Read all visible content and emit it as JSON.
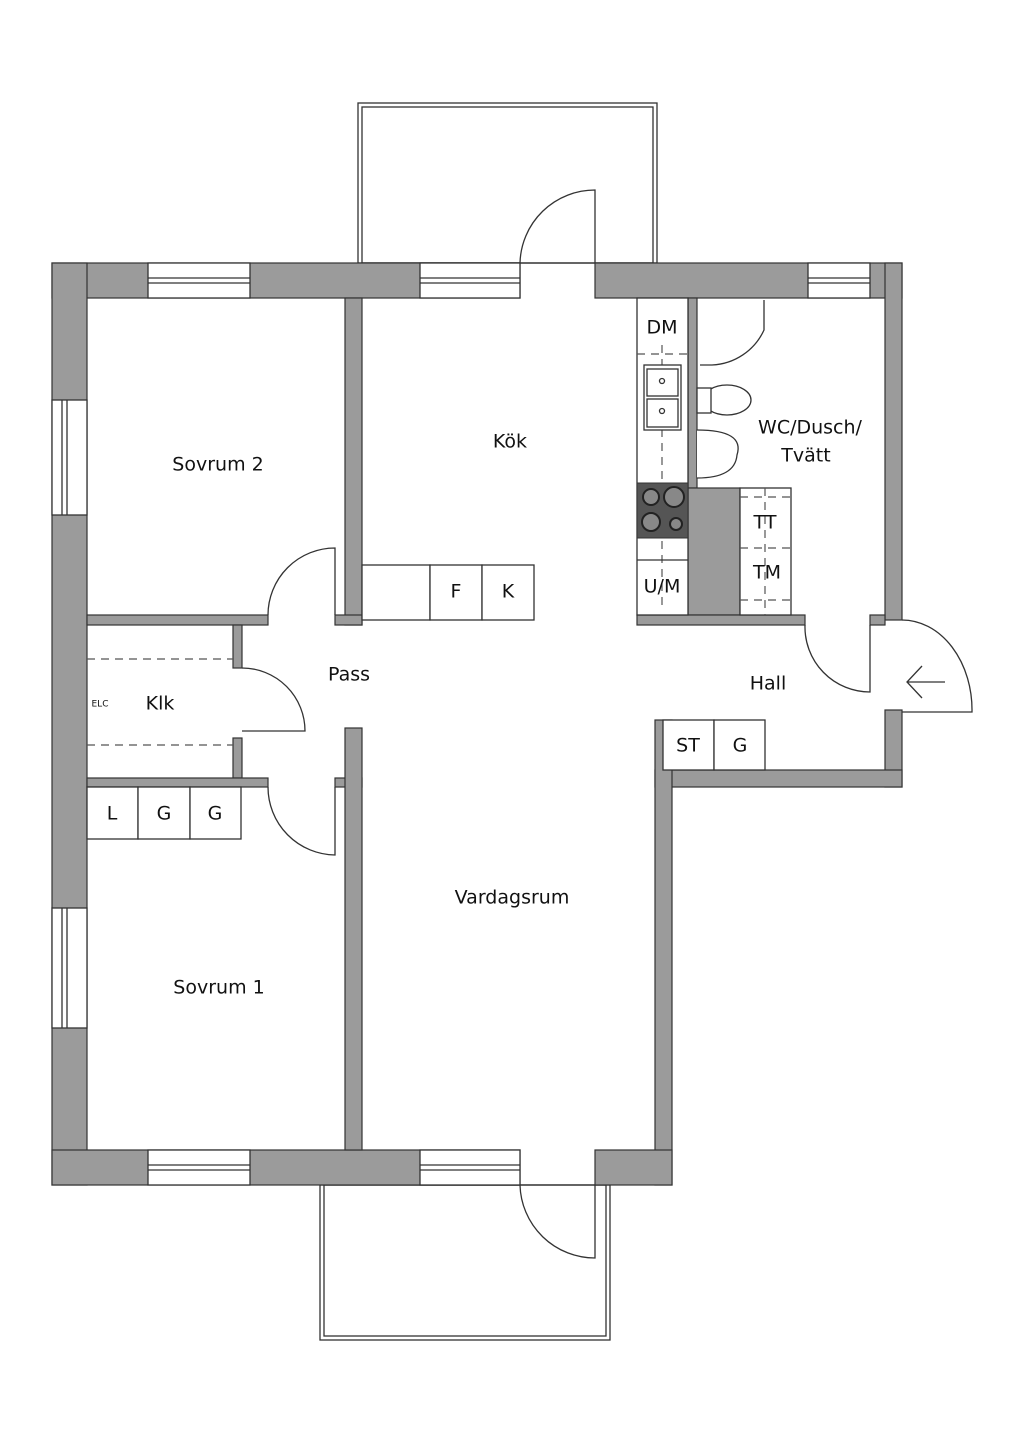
{
  "rooms": {
    "sovrum2": "Sovrum 2",
    "kok": "Kök",
    "wc": "WC/Dusch/",
    "wc2": "Tvätt",
    "pass": "Pass",
    "klk": "Klk",
    "elc": "ELC",
    "hall": "Hall",
    "vardagsrum": "Vardagsrum",
    "sovrum1": "Sovrum 1"
  },
  "fixtures": {
    "dm": "DM",
    "f": "F",
    "k": "K",
    "um": "U/M",
    "tt": "TT",
    "tm": "TM",
    "st": "ST",
    "g_hall": "G",
    "l": "L",
    "g1": "G",
    "g2": "G"
  },
  "colors": {
    "wall": "#9b9b9b",
    "line": "#333333"
  }
}
